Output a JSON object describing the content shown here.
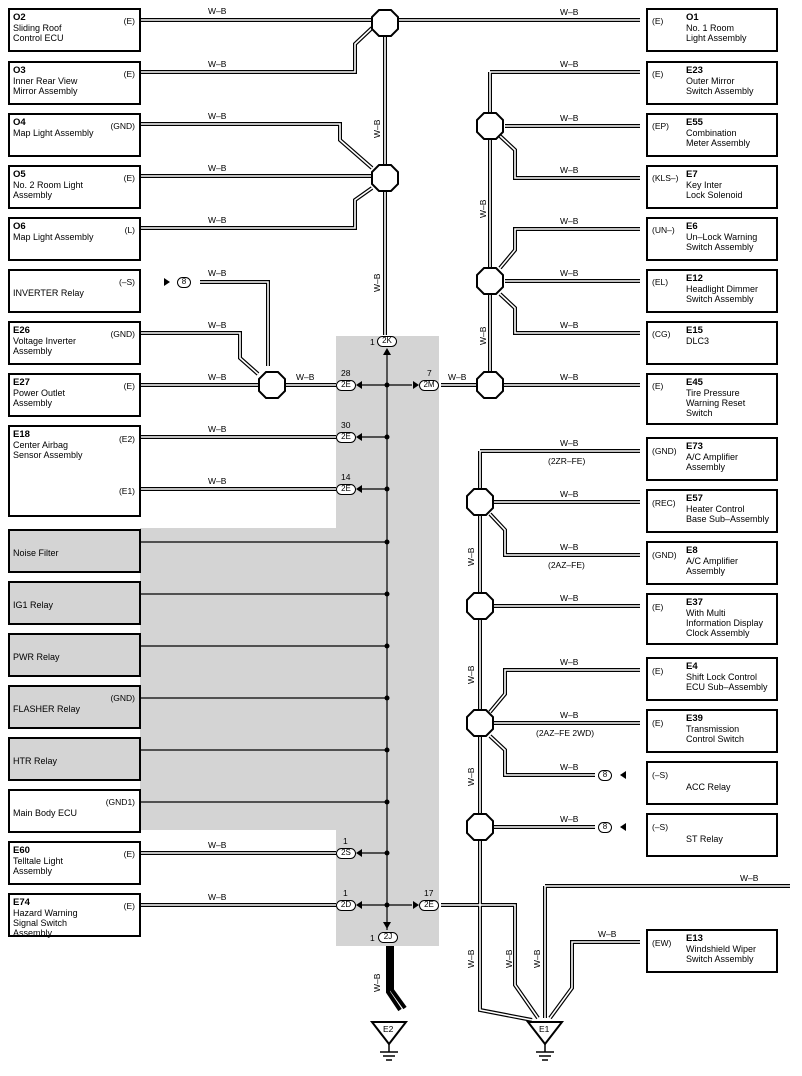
{
  "components": {
    "O2": {
      "code": "O2",
      "name": "Sliding Roof\nControl ECU",
      "pin": "(E)"
    },
    "O3": {
      "code": "O3",
      "name": "Inner Rear View\nMirror Assembly",
      "pin": "(E)"
    },
    "O4": {
      "code": "O4",
      "name": "Map Light Assembly",
      "pin": "(GND)"
    },
    "O5": {
      "code": "O5",
      "name": "No. 2 Room Light\nAssembly",
      "pin": "(E)"
    },
    "O6": {
      "code": "O6",
      "name": "Map Light Assembly",
      "pin": "(L)"
    },
    "INV": {
      "code": "",
      "name": "INVERTER Relay",
      "pin": "(–S)"
    },
    "E26": {
      "code": "E26",
      "name": "Voltage Inverter\nAssembly",
      "pin": "(GND)"
    },
    "E27": {
      "code": "E27",
      "name": "Power Outlet Assembly",
      "pin": "(E)"
    },
    "E18": {
      "code": "E18",
      "name": "Center Airbag\nSensor Assembly",
      "pin": "(E2)",
      "pin2": "(E1)"
    },
    "NF": {
      "name": "Noise Filter"
    },
    "IG1": {
      "name": "IG1 Relay"
    },
    "PWR": {
      "name": "PWR Relay"
    },
    "FLA": {
      "name": "FLASHER Relay",
      "pin": "(GND)"
    },
    "HTR": {
      "name": "HTR Relay"
    },
    "MB": {
      "name": "Main Body ECU",
      "pin": "(GND1)"
    },
    "E60": {
      "code": "E60",
      "name": "Telltale Light\nAssembly",
      "pin": "(E)"
    },
    "E74": {
      "code": "E74",
      "name": "Hazard Warning\nSignal Switch Assembly",
      "pin": "(E)"
    },
    "O1": {
      "code": "O1",
      "name": "No. 1 Room\nLight Assembly",
      "pin": "(E)"
    },
    "E23": {
      "code": "E23",
      "name": "Outer Mirror\nSwitch Assembly",
      "pin": "(E)"
    },
    "E55": {
      "code": "E55",
      "name": "Combination\nMeter Assembly",
      "pin": "(EP)"
    },
    "E7": {
      "code": "E7",
      "name": "Key Inter\nLock Solenoid",
      "pin": "(KLS–)"
    },
    "E6": {
      "code": "E6",
      "name": "Un–Lock Warning\nSwitch Assembly",
      "pin": "(UN–)"
    },
    "E12": {
      "code": "E12",
      "name": "Headlight Dimmer\nSwitch Assembly",
      "pin": "(EL)"
    },
    "E15": {
      "code": "E15",
      "name": "DLC3",
      "pin": "(CG)"
    },
    "E45": {
      "code": "E45",
      "name": "Tire Pressure\nWarning Reset\nSwitch",
      "pin": "(E)"
    },
    "E73": {
      "code": "E73",
      "name": "A/C Amplifier\nAssembly",
      "pin": "(GND)"
    },
    "E57": {
      "code": "E57",
      "name": "Heater Control\nBase Sub–Assembly",
      "pin": "(REC)"
    },
    "E8": {
      "code": "E8",
      "name": "A/C Amplifier\nAssembly",
      "pin": "(GND)"
    },
    "E37": {
      "code": "E37",
      "name": "With Multi\nInformation Display\nClock Assembly",
      "pin": "(E)"
    },
    "E4": {
      "code": "E4",
      "name": "Shift Lock Control\nECU Sub–Assembly",
      "pin": "(E)"
    },
    "E39": {
      "code": "E39",
      "name": "Transmission\nControl Switch",
      "pin": "(E)"
    },
    "ACC": {
      "code": "",
      "name": "ACC Relay",
      "pin": "(–S)"
    },
    "ST": {
      "code": "",
      "name": "ST Relay",
      "pin": "(–S)"
    },
    "E13": {
      "code": "E13",
      "name": "Windshield Wiper\nSwitch Assembly",
      "pin": "(EW)"
    }
  },
  "wire_color": "W–B",
  "connectors": {
    "2K": "2K",
    "2E": "2E",
    "2M": "2M",
    "2S": "2S",
    "2D": "2D",
    "2J": "2J",
    "8": "8"
  },
  "pin_numbers": {
    "p1": "1",
    "p28": "28",
    "p7": "7",
    "p30": "30",
    "p14": "14",
    "p1b": "1",
    "p1c": "1",
    "p17": "17",
    "p1d": "1"
  },
  "conditions": {
    "zr": "(2ZR–FE)",
    "az": "(2AZ–FE)",
    "az2wd": "(2AZ–FE 2WD)"
  },
  "grounds": {
    "E1": "E1",
    "E2": "E2"
  }
}
